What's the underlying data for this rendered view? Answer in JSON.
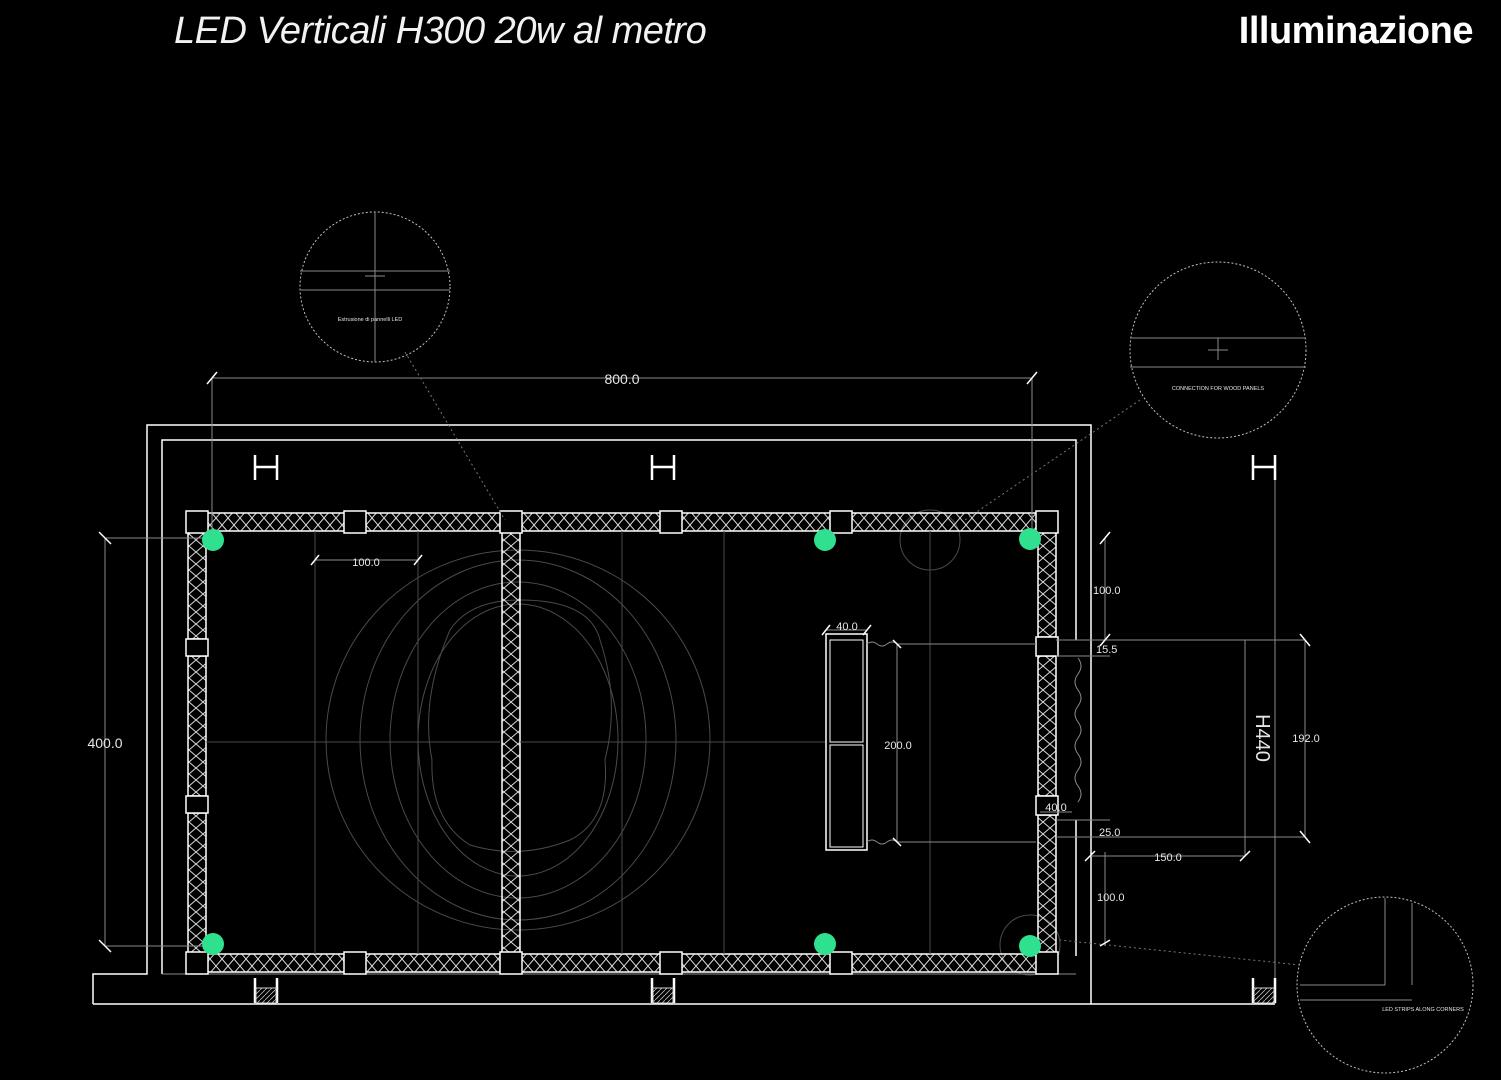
{
  "header": {
    "subtitle": "LED Verticali H300 20w al metro",
    "title": "Illuminazione"
  },
  "dimensions": {
    "total_width": "800.0",
    "total_depth": "400.0",
    "bay": "100.0",
    "side_top": "100.0",
    "side_bottom": "100.0",
    "step_a": "15.5",
    "step_b": "25.0",
    "box_width": "40.0",
    "box_height": "200.0",
    "door_jamb": "40.0",
    "opening": "192.0",
    "projection": "150.0",
    "height": "H440"
  },
  "details": {
    "top_left": "Estrusione di pannelli LED",
    "top_right": "CONNECTION FOR WOOD PANELS",
    "bottom_right": "LED STRIPS ALONG CORNERS"
  },
  "colors": {
    "background": "#000000",
    "line": "#ffffff",
    "led": "#2fe08f"
  }
}
